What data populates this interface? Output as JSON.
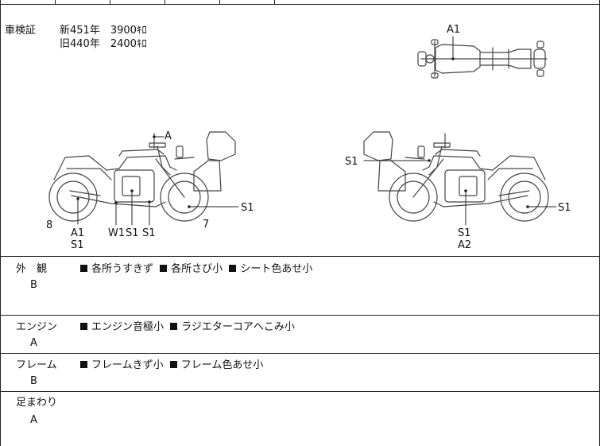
{
  "inspection": {
    "label": "車検証",
    "new_line": "新451年　3900ｷﾛ",
    "old_line": "旧440年　2400ｷﾛ"
  },
  "diagram_marks": {
    "top_view": [
      "A1"
    ],
    "left_side": [
      "A",
      "8",
      "A1",
      "S1",
      "W1",
      "S1",
      "S1",
      "7",
      "S1"
    ],
    "right_side": [
      "S1",
      "S1",
      "S1",
      "A2"
    ]
  },
  "sections": [
    {
      "name": "外　観",
      "grade": "B",
      "items": [
        "各所うすきず",
        "各所さび小",
        "シート色あせ小"
      ]
    },
    {
      "name": "エンジン",
      "grade": "A",
      "items": [
        "エンジン音極小",
        "ラジエターコアへこみ小"
      ]
    },
    {
      "name": "フレーム",
      "grade": "B",
      "items": [
        "フレームきず小",
        "フレーム色あせ小"
      ]
    },
    {
      "name": "足まわり",
      "grade": "A",
      "items": []
    }
  ]
}
